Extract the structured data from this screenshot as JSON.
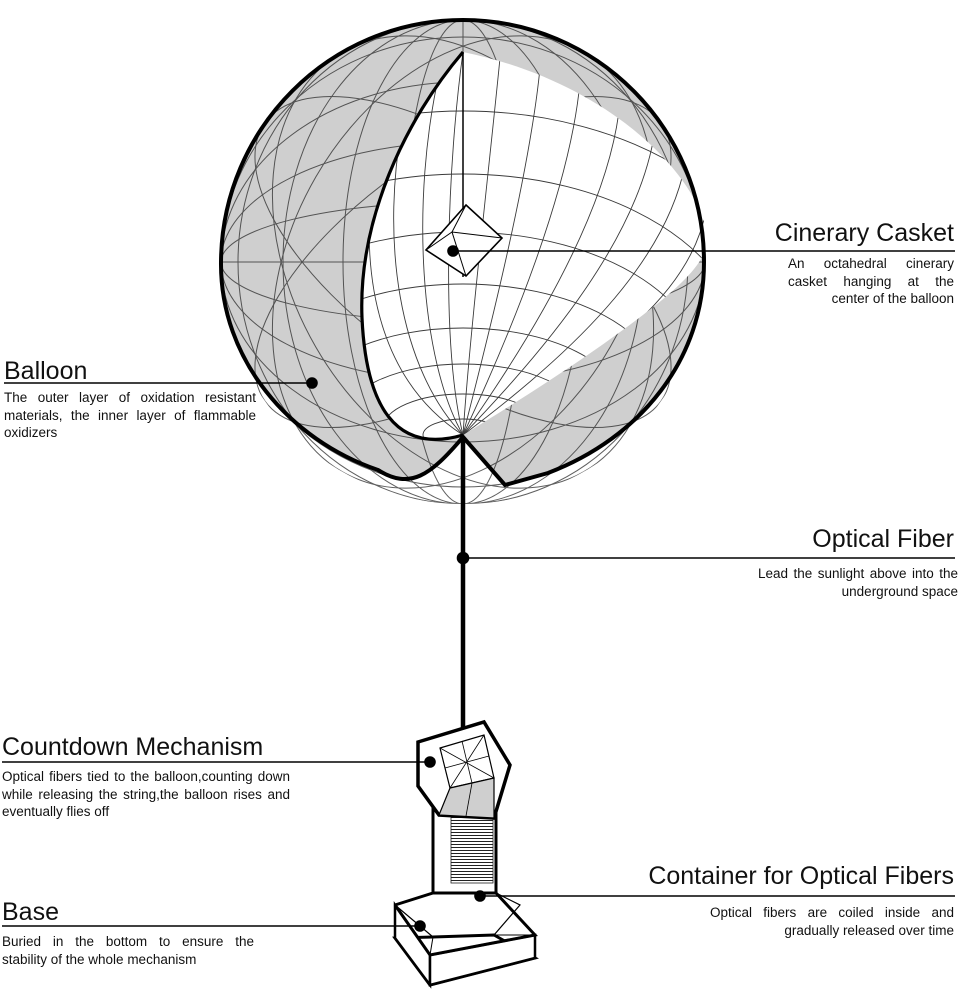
{
  "callouts": {
    "balloon": {
      "title": "Balloon",
      "desc": "The outer layer of oxidation resistant materials, the inner layer of flammable oxidizers"
    },
    "casket": {
      "title": "Cinerary Casket",
      "desc": "An octahedral cinerary casket hanging at the center of the balloon"
    },
    "fiber": {
      "title": "Optical Fiber",
      "desc": "Lead the sunlight above into the underground space"
    },
    "countdown": {
      "title": "Countdown Mechanism",
      "desc": "Optical fibers tied to the balloon,counting down while releasing the string,the balloon rises and eventually flies off"
    },
    "container": {
      "title": "Container for Optical Fibers",
      "desc": "Optical fibers are coiled inside and gradually released over time"
    },
    "base": {
      "title": "Base",
      "desc": "Buried in the bottom to ensure the stability of the whole mechanism"
    }
  },
  "colors": {
    "ink": "#111111",
    "shell_fill": "#cfcfcf",
    "background": "#ffffff"
  }
}
